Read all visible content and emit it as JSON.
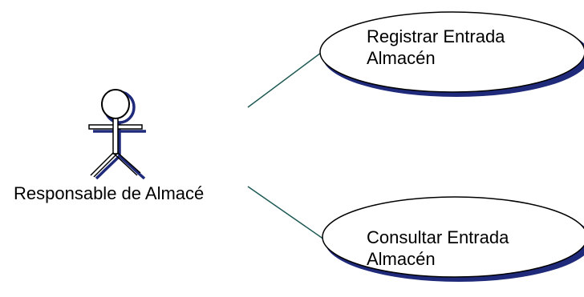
{
  "actor": {
    "name": "Responsable de Almacé",
    "icon": "stick-figure-actor-icon"
  },
  "use_cases": [
    {
      "line1": "Registrar Entrada",
      "line2": "Almacén"
    },
    {
      "line1": "Consultar Entrada",
      "line2": "Almacén"
    }
  ],
  "colors": {
    "outline": "#000000",
    "shadow": "#1f2a7a",
    "association": "#1e5a55",
    "fill": "#ffffff"
  }
}
